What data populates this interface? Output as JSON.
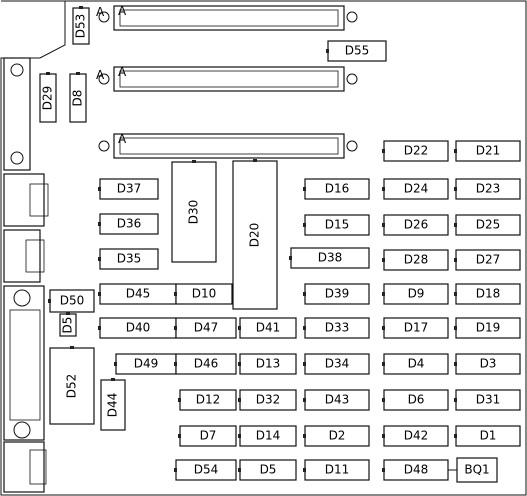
{
  "components": [
    "D53",
    "D55",
    "D29",
    "D8",
    "D22",
    "D21",
    "D37",
    "D30",
    "D20",
    "D16",
    "D24",
    "D23",
    "D36",
    "D15",
    "D26",
    "D25",
    "D35",
    "D38",
    "D28",
    "D27",
    "D50",
    "D45",
    "D10",
    "D39",
    "D9",
    "D18",
    "D5",
    "D40",
    "D47",
    "D41",
    "D33",
    "D17",
    "D19",
    "D52",
    "D49",
    "D46",
    "D13",
    "D34",
    "D4",
    "D3",
    "D44",
    "D12",
    "D32",
    "D43",
    "D6",
    "D31",
    "D7",
    "D14",
    "D2",
    "D42",
    "D1",
    "D54",
    "D11",
    "D48",
    "BQ1"
  ],
  "markers": [
    "A",
    "A",
    "A",
    "A",
    "A"
  ]
}
